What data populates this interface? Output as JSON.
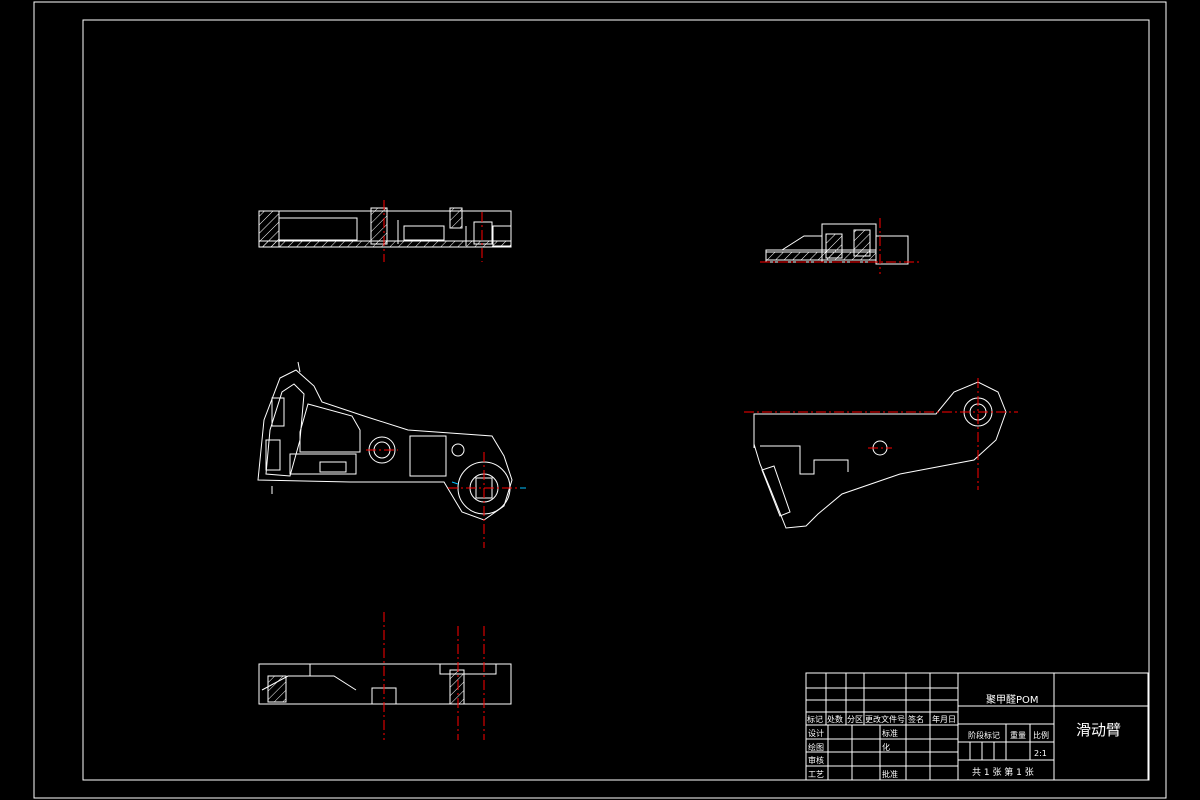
{
  "drawing": {
    "background": "#000000",
    "line_color": "#ffffff",
    "center_line_color": "#ff0000",
    "accent_color": "#00bfff"
  },
  "title_block": {
    "material": "聚甲醛POM",
    "part_name": "滑动臂",
    "header_row": [
      "标记",
      "处数",
      "分区",
      "更改文件号",
      "签名",
      "年月日"
    ],
    "left_labels": [
      "设计",
      "绘图",
      "审核",
      "工艺"
    ],
    "mid_labels": [
      "标准",
      "化",
      "批准"
    ],
    "stage_mark": "阶段标记",
    "weight": "重量",
    "scale_label": "比例",
    "scale_value": "2:1",
    "sheets": "共 1 张   第 1 张"
  }
}
